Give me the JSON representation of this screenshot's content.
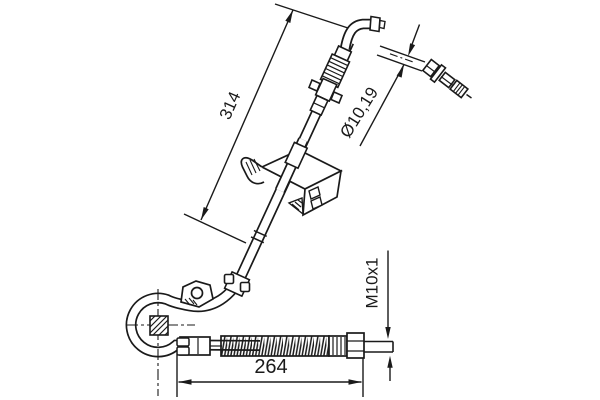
{
  "page": {
    "background": "#ffffff",
    "line_color": "#1a1a1a"
  },
  "drawing": {
    "type": "technical-line-drawing",
    "subject": "brake hose assembly with mounting bracket, coiled loop, corrugated protective sleeve and threaded end fitting",
    "style": "black monochrome CAD outline drawing on white",
    "dimensions": {
      "main_hose_length": "314",
      "outer_diameter": "Ø10,19",
      "thread_size": "M10x1",
      "lower_section_length": "264"
    },
    "parts": [
      "elbow banjo fitting (top)",
      "knurled sleeve and hex nut",
      "separate banjo bolt (top right)",
      "sheet-metal mounting bracket (middle)",
      "hose clamp collar",
      "coiled hose loop with section bolt and centerlines (bottom left)",
      "bracket tab with hole",
      "crimped coupling",
      "corrugated protection sleeve",
      "hex end fitting with M10x1 male thread (bottom right)"
    ]
  }
}
